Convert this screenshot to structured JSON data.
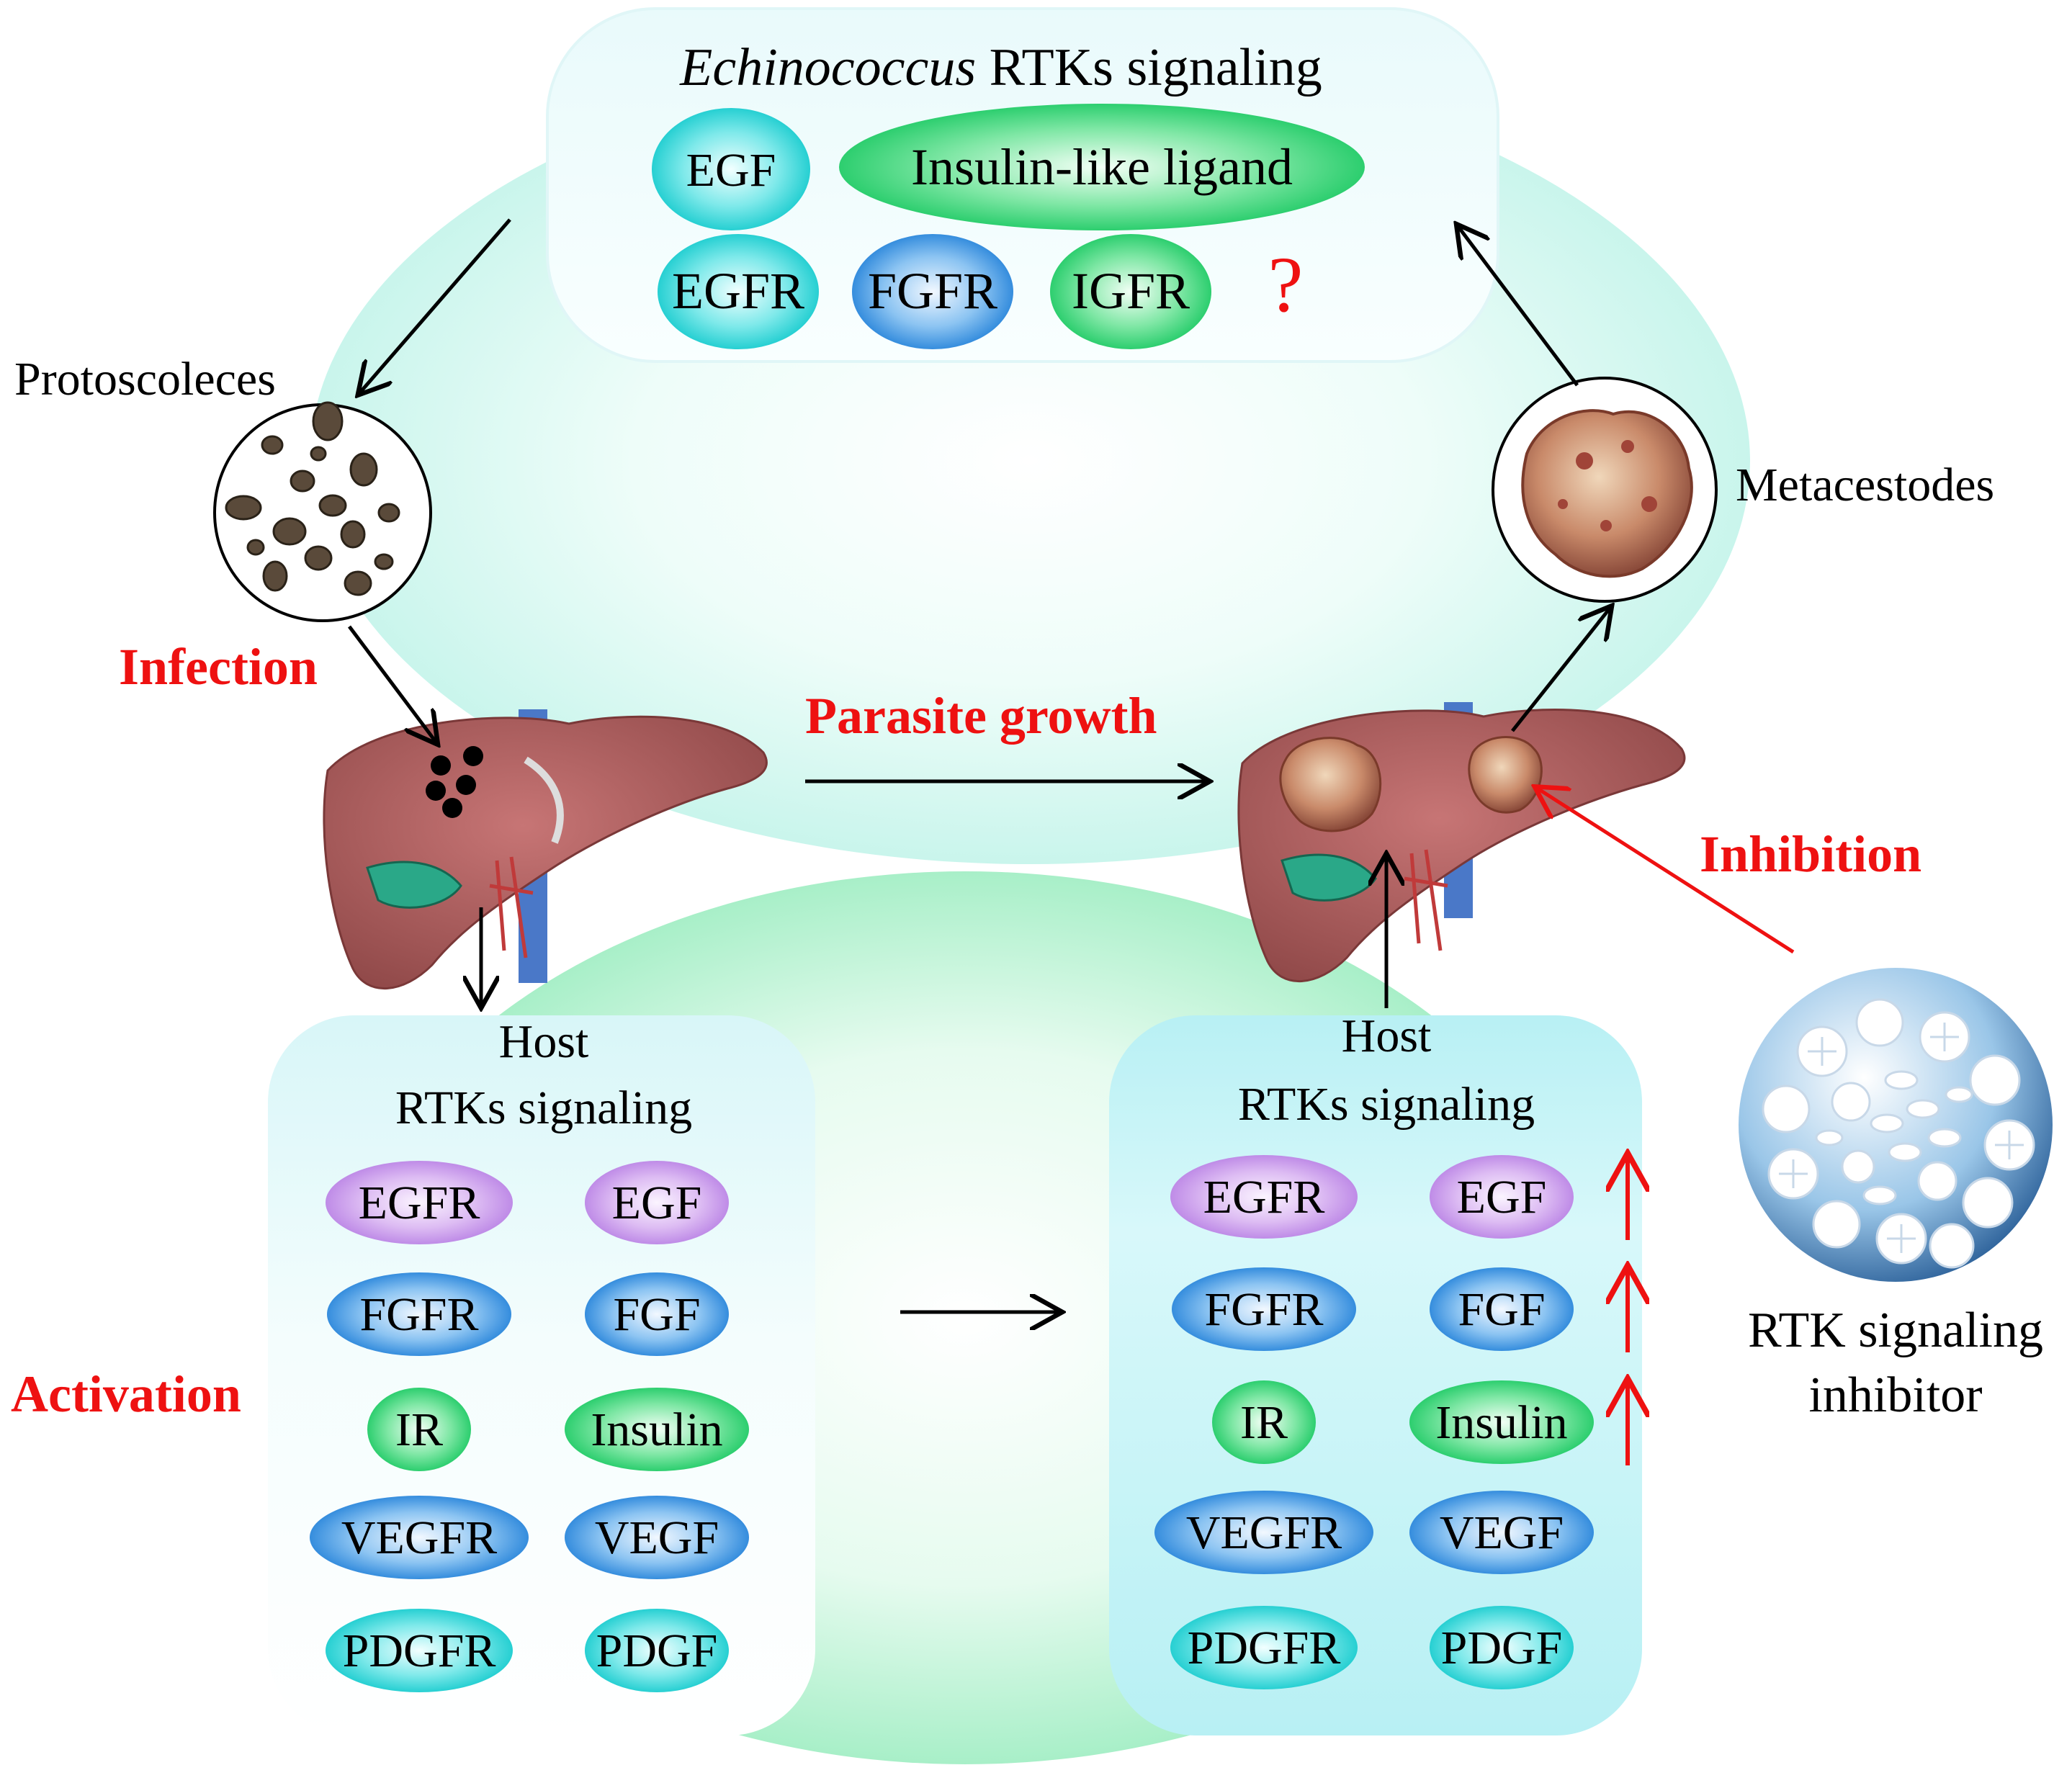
{
  "top_panel": {
    "title_italic": "Echinococcus",
    "title_rest": " RTKs signaling",
    "ligands": [
      "EGF",
      "Insulin-like ligand"
    ],
    "receptors": [
      "EGFR",
      "FGFR",
      "IGFR"
    ],
    "unknown_mark": "?"
  },
  "labels": {
    "protoscoleces": "Protoscoleces",
    "metacestodes": "Metacestodes",
    "infection": "Infection",
    "parasite_growth": "Parasite growth",
    "inhibition": "Inhibition",
    "activation": "Activation",
    "inhibitor_line1": "RTK signaling",
    "inhibitor_line2": "inhibitor"
  },
  "host_left": {
    "title_line1": "Host",
    "title_line2": "RTKs signaling",
    "rows": [
      [
        "EGFR",
        "EGF"
      ],
      [
        "FGFR",
        "FGF"
      ],
      [
        "IR",
        "Insulin"
      ],
      [
        "VEGFR",
        "VEGF"
      ],
      [
        "PDGFR",
        "PDGF"
      ]
    ]
  },
  "host_right": {
    "title_line1": "Host",
    "title_line2": "RTKs signaling",
    "rows": [
      [
        "EGFR",
        "EGF"
      ],
      [
        "FGFR",
        "FGF"
      ],
      [
        "IR",
        "Insulin"
      ],
      [
        "VEGFR",
        "VEGF"
      ],
      [
        "PDGFR",
        "PDGF"
      ]
    ],
    "upregulated_rows": 3
  },
  "colors": {
    "cyan": "#14d6d6",
    "green": "#1fd06a",
    "blue": "#2a8fe0",
    "purple": "#c08ae6",
    "red": "#ee1111",
    "liver": "#b05a5a"
  }
}
